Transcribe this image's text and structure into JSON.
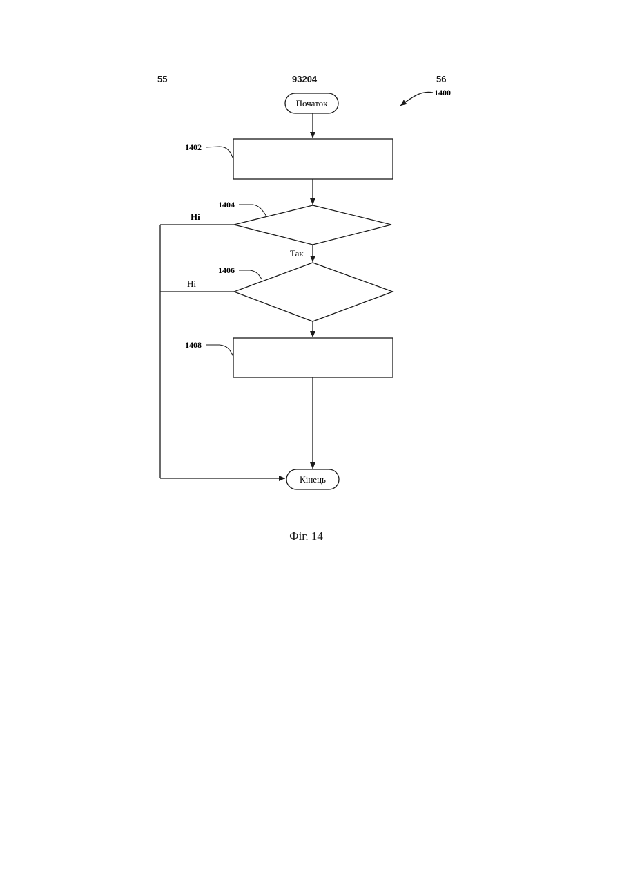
{
  "header": {
    "left_page": "55",
    "doc_number": "93204",
    "right_page": "56"
  },
  "figure": {
    "id": "1400",
    "start_label": "Початок",
    "end_label": "Кінець",
    "steps": [
      {
        "ref": "1402"
      },
      {
        "ref": "1404"
      },
      {
        "ref": "1406"
      },
      {
        "ref": "1408"
      }
    ],
    "no_label_1": "Ні",
    "no_label_2": "Ні",
    "yes_label": "Так",
    "caption": "Фіг. 14"
  }
}
